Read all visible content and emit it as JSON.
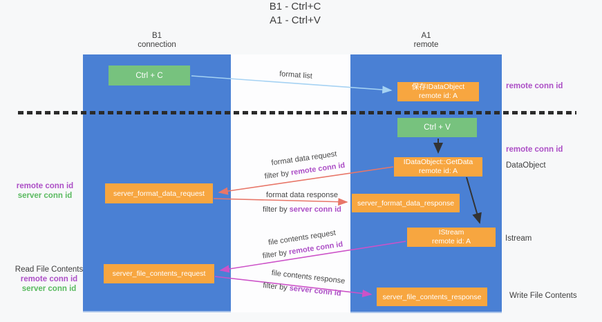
{
  "title": {
    "line1": "B1 - Ctrl+C",
    "line2": "A1 - Ctrl+V"
  },
  "lifelines": {
    "left": {
      "name": "B1",
      "role": "connection"
    },
    "right": {
      "name": "A1",
      "role": "remote"
    }
  },
  "nodes": {
    "ctrl_c": {
      "label": "Ctrl + C"
    },
    "save_idataobject": {
      "line1": "保存IDataObject",
      "line2": "remote id: A"
    },
    "ctrl_v": {
      "label": "Ctrl + V"
    },
    "getdata": {
      "line1": "IDataObject::GetData",
      "line2": "remote id: A"
    },
    "server_format_data_request": {
      "label": "server_format_data_request"
    },
    "server_format_data_response": {
      "label": "server_format_data_response"
    },
    "istream": {
      "line1": "IStream",
      "line2": "remote id: A"
    },
    "server_file_contents_request": {
      "label": "server_file_contents_request"
    },
    "server_file_contents_response": {
      "label": "server_file_contents_response"
    }
  },
  "arrow_labels": {
    "format_list": {
      "text": "format list"
    },
    "format_data_request": {
      "text": "format data request",
      "filter_prefix": "filter by ",
      "filter_key": "remote conn id"
    },
    "format_data_response": {
      "text": "format data response",
      "filter_prefix": "filter by ",
      "filter_key": "server conn id"
    },
    "file_contents_request": {
      "text": "file contents request",
      "filter_prefix": "filter by ",
      "filter_key": "remote conn id"
    },
    "file_contents_response": {
      "text": "file contents response",
      "filter_prefix": "filter by ",
      "filter_key": "server conn id"
    }
  },
  "side_labels": {
    "right": {
      "remote_conn_top": "remote conn id",
      "remote_conn_mid": "remote conn id",
      "dataobject": "DataObject",
      "istream": "Istream",
      "write_file_contents": "Write File Contents"
    },
    "left": {
      "remote_conn_top": "remote conn id",
      "server_conn_top": "server conn id",
      "read_file_contents": "Read File Contents",
      "remote_conn_bottom": "remote conn id",
      "server_conn_bottom": "server conn id"
    }
  },
  "colors": {
    "background": "#f7f8f9",
    "lifeline_blue": "#4a80d4",
    "node_green": "#77c27e",
    "node_orange": "#f7a640",
    "arrow_light_blue": "#a5d2f3",
    "arrow_red": "#e87668",
    "arrow_magenta": "#cc52c8",
    "arrow_black": "#333333",
    "text_purple": "#ac4fc6",
    "text_green": "#5aba60",
    "dashed_line": "#2b2b2b"
  }
}
